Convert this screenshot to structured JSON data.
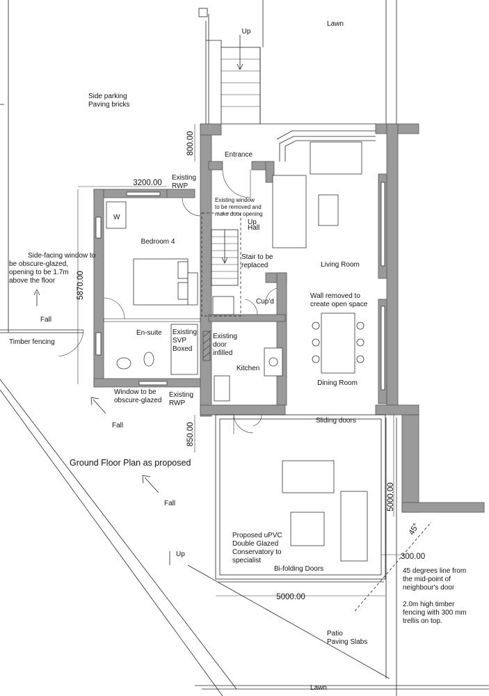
{
  "title": "Ground Floor Plan as proposed",
  "rooms": {
    "lawn_top": "Lawn",
    "side_parking": [
      "Side parking",
      "Paving bricks"
    ],
    "entrance": "Entrance",
    "hall": "Hall",
    "living_room": "Living Room",
    "bedroom": "Bedroom 4",
    "ensuite": "En-suite",
    "kitchen": "Kitchen",
    "dining_room": "Dining Room",
    "cupboard": "Cup'd",
    "wardrobe": "W",
    "patio": [
      "Patio",
      "Paving Slabs"
    ],
    "lawn_bottom": "Lawn"
  },
  "notes": {
    "up_top": "Up",
    "up_stair": "Up",
    "up_bottom": "Up",
    "existing_rwp_top": [
      "Existing",
      "RWP"
    ],
    "existing_rwp_bottom": [
      "Existing",
      "RWP"
    ],
    "window_removed": [
      "Existing window",
      "to be removed and",
      "make door opening"
    ],
    "stair_replaced": [
      "Stair to be",
      "replaced"
    ],
    "wall_removed": [
      "Wall removed to",
      "create open space"
    ],
    "svp": [
      "Existing",
      "SVP",
      "Boxed"
    ],
    "door_infilled": [
      "Existing",
      "door",
      "infilled"
    ],
    "side_window": [
      "Side-facing window to",
      "be obscure-glazed,",
      "opening to be 1.7m",
      "above the floor"
    ],
    "window_obscure": [
      "Window to be",
      "obscure-glazed"
    ],
    "fall_1": "Fall",
    "fall_2": "Fall",
    "fall_3": "Fall",
    "timber_fencing": "Timber fencing",
    "sliding_doors": "Sliding doors",
    "bifolding_doors": "Bi-folding Doors",
    "conservatory": [
      "Proposed uPVC",
      "Double Glazed",
      "Conservatory to",
      "specialist"
    ],
    "line_45": [
      "45 degrees line from",
      "the mid-point of",
      "neighbour's door"
    ],
    "fencing_2m": [
      "2.0m high timber",
      "fencing with 300 mm",
      "trellis on top."
    ],
    "angle": "45°"
  },
  "dimensions": {
    "d800": "800.00",
    "d3200": "3200.00",
    "d5870": "5870.00",
    "d850": "850.00",
    "d5000_v": "5000.00",
    "d300": "300.00",
    "d5000_h": "5000.00"
  },
  "colors": {
    "wall": "#9a9a9a",
    "line": "#222222"
  }
}
